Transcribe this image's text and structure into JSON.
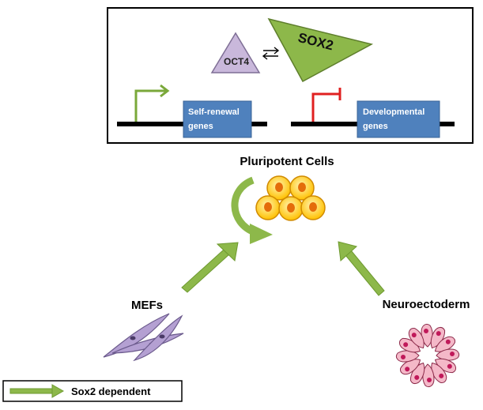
{
  "top_panel": {
    "oct4_label": "OCT4",
    "sox2_label": "SOX2",
    "gene_box_1_line1": "Self-renewal",
    "gene_box_1_line2": "genes",
    "gene_box_2_line1": "Developmental",
    "gene_box_2_line2": "genes"
  },
  "cells": {
    "pluripotent_label": "Pluripotent Cells",
    "mefs_label": "MEFs",
    "neuroectoderm_label": "Neuroectoderm"
  },
  "legend": {
    "label": "Sox2 dependent"
  },
  "colors": {
    "oct4_fill": "#c9b8db",
    "sox2_fill": "#8db84a",
    "green_arrow": "#8db84a",
    "promoter_active": "#7aa83a",
    "promoter_repressed": "#e02020",
    "gene_box": "#4f81bd",
    "cell_outer": "#ffc000",
    "cell_nucleus": "#e46c0a",
    "mef_fill": "#b4a0d2",
    "neuro_fill": "#f4b8c8",
    "neuro_nucleus": "#c0195a"
  }
}
